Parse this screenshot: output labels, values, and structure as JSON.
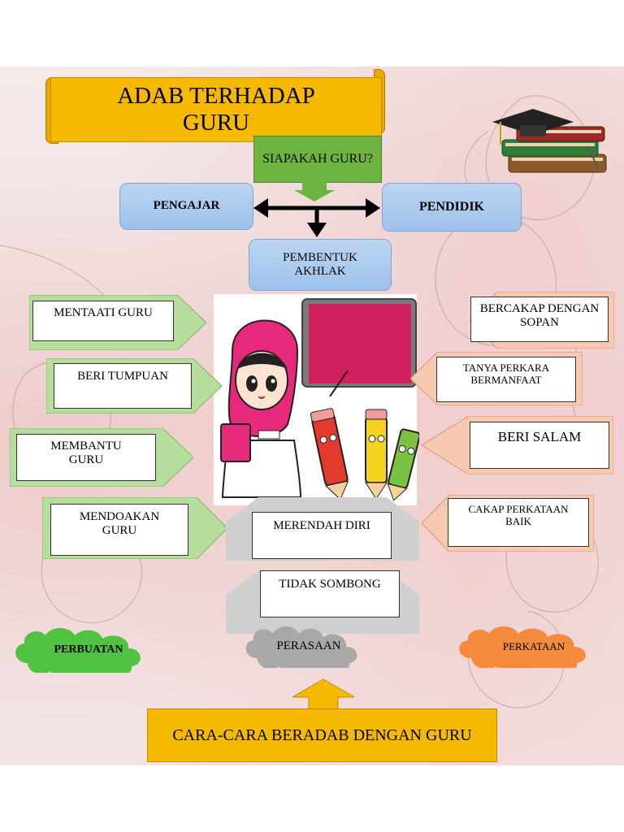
{
  "title": "ADAB TERHADAP GURU",
  "question": "SIAPAKAH GURU?",
  "roles": {
    "left": "PENGAJAR",
    "right": "PENDIDIK",
    "bottom": "PEMBENTUK AKHLAK"
  },
  "left_items": [
    "MENTAATI GURU",
    "BERI TUMPUAN",
    "MEMBANTU GURU",
    "MENDOAKAN GURU"
  ],
  "right_items": [
    "BERCAKAP DENGAN SOPAN",
    "TANYA PERKARA BERMANFAAT",
    "BERI SALAM",
    "CAKAP PERKATAAN BAIK"
  ],
  "center_items": [
    "MERENDAH DIRI",
    "TIDAK SOMBONG"
  ],
  "categories": {
    "left": "PERBUATAN",
    "center": "PERASAAN",
    "right": "PERKATAAN"
  },
  "footer": "CARA-CARA BERADAB DENGAN GURU",
  "colors": {
    "title_yellow": "#f7b900",
    "question_green": "#6cb33f",
    "role_blue": "#a9c9ee",
    "action_green": "#b5dd9d",
    "speech_orange": "#f7c9b0",
    "feeling_grey": "#cfcfcf",
    "cloud_green": "#4fc242",
    "cloud_grey": "#a8a8a8",
    "cloud_orange": "#f48a3c"
  },
  "icons": [
    "graduation-books-icon",
    "teacher-girl-illustration",
    "pencil-characters-illustration",
    "blackboard-icon"
  ]
}
